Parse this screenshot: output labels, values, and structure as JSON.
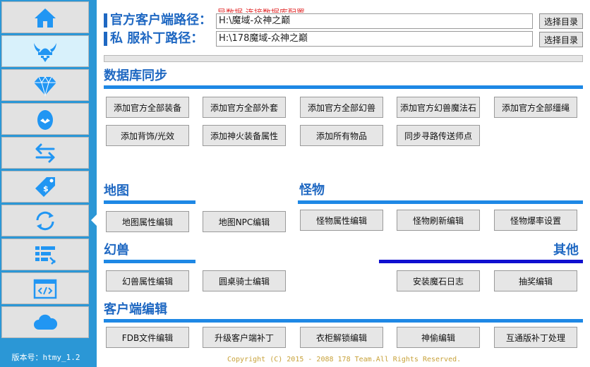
{
  "sidebar": {
    "items": [
      {
        "icon": "home-icon"
      },
      {
        "icon": "viking-helmet-icon"
      },
      {
        "icon": "diamond-icon"
      },
      {
        "icon": "egg-icon"
      },
      {
        "icon": "transfer-arrows-icon"
      },
      {
        "icon": "price-tag-icon"
      },
      {
        "icon": "sync-icon"
      },
      {
        "icon": "list-settings-icon"
      },
      {
        "icon": "code-window-icon"
      },
      {
        "icon": "cloud-icon"
      }
    ],
    "active_index": 1,
    "version_label": "版本号：htmy_1.2"
  },
  "paths": {
    "official_label": "官方客户端路径：",
    "official_value": "H:\\魔域-众神之巅",
    "private_label": "私  服补丁路径：",
    "private_value": "H:\\178魔域-众神之巅",
    "browse_label": "选择目录",
    "overlay_text": "导数据 连接数据库配置"
  },
  "progress": {
    "percent": 0
  },
  "sections": {
    "db_sync": {
      "title": "数据库同步",
      "buttons": [
        "添加官方全部装备",
        "添加官方全部外套",
        "添加官方全部幻兽",
        "添加官方幻兽魔法石",
        "添加官方全部缰绳",
        "添加背饰/光效",
        "添加神火装备属性",
        "添加所有物品",
        "同步寻路传送师点"
      ]
    },
    "map": {
      "title": "地图",
      "buttons": [
        "地图属性编辑",
        "地图NPC编辑"
      ]
    },
    "monster": {
      "title": "怪物",
      "buttons": [
        "怪物属性编辑",
        "怪物刷新编辑",
        "怪物爆率设置"
      ]
    },
    "pet": {
      "title": "幻兽",
      "buttons": [
        "幻兽属性编辑",
        "圆桌骑士编辑"
      ]
    },
    "other": {
      "title": "其他",
      "buttons": [
        "安装魔石日志",
        "抽奖编辑"
      ]
    },
    "client": {
      "title": "客户端编辑",
      "buttons": [
        "FDB文件编辑",
        "升级客户端补丁",
        "衣柜解锁编辑",
        "神偷编辑",
        "互通版补丁处理"
      ]
    }
  },
  "footer": {
    "copyright": "Copyright (C) 2015 - 2088 178 Team.All Rights Reserved."
  },
  "colors": {
    "sidebar_bg": "#2b97d6",
    "accent": "#1f68c2",
    "bar": "#1e88e5",
    "other_bar": "#1010d0",
    "icon": "#2196f3"
  }
}
